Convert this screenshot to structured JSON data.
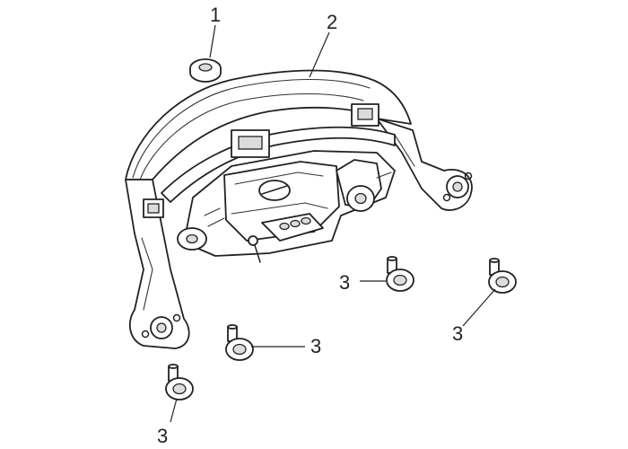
{
  "callouts": {
    "c1": "1",
    "c2": "2",
    "c3a": "3",
    "c3b": "3",
    "c3c": "3",
    "c3d": "3"
  },
  "parts": {
    "washer": "washer-icon",
    "housing": "headlight-housing-icon",
    "screw": "flange-screw-icon"
  },
  "colors": {
    "line": "#222222",
    "fill": "#ffffff",
    "shade": "#dcdcdc"
  }
}
